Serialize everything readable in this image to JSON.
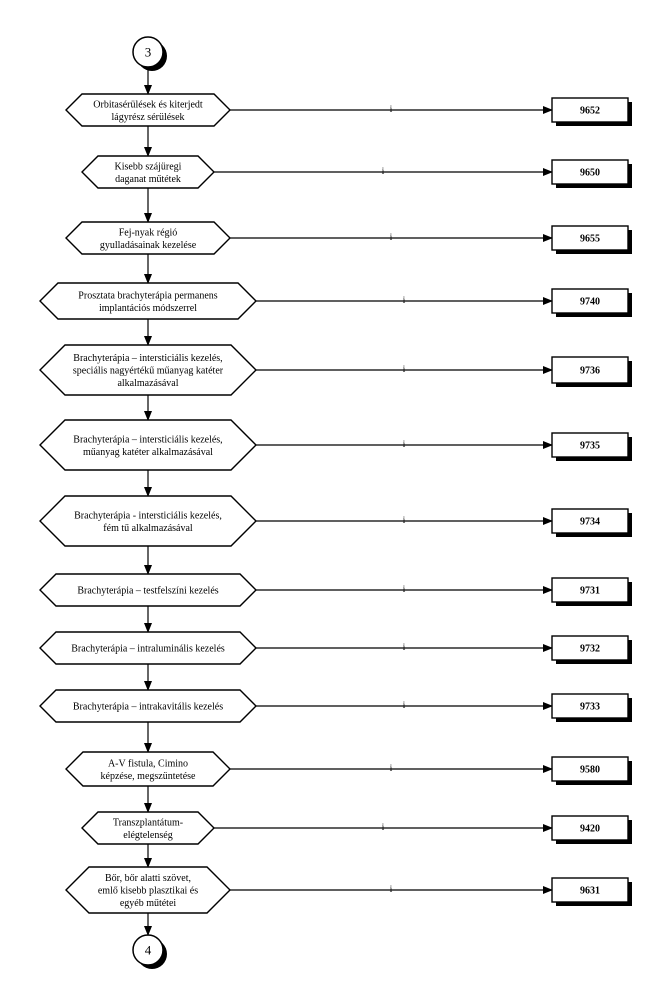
{
  "connector_top": "3",
  "connector_bottom": "4",
  "branch_label": "i",
  "rows": [
    {
      "lines": [
        "Orbitasérülések és kiterjedt",
        "lágyrész sérülések"
      ],
      "code": "9652"
    },
    {
      "lines": [
        "Kisebb szájüregi",
        "daganat műtétek"
      ],
      "code": "9650"
    },
    {
      "lines": [
        "Fej-nyak régió",
        "gyulladásainak kezelése"
      ],
      "code": "9655"
    },
    {
      "lines": [
        "Prosztata brachyterápia permanens",
        "implantációs módszerrel"
      ],
      "code": "9740"
    },
    {
      "lines": [
        "Brachyterápia – intersticiális kezelés,",
        "speciális nagyértékű műanyag katéter",
        "alkalmazásával"
      ],
      "code": "9736"
    },
    {
      "lines": [
        "Brachyterápia – intersticiális kezelés,",
        "műanyag katéter alkalmazásával"
      ],
      "code": "9735"
    },
    {
      "lines": [
        "Brachyterápia - intersticiális kezelés,",
        "fém tű alkalmazásával"
      ],
      "code": "9734"
    },
    {
      "lines": [
        "Brachyterápia – testfelszíni kezelés"
      ],
      "code": "9731"
    },
    {
      "lines": [
        "Brachyterápia – intraluminális kezelés"
      ],
      "code": "9732"
    },
    {
      "lines": [
        "Brachyterápia – intrakavitális kezelés"
      ],
      "code": "9733"
    },
    {
      "lines": [
        "A-V fistula, Cimino",
        "képzése, megszüntetése"
      ],
      "code": "9580"
    },
    {
      "lines": [
        "Transzplantátum-",
        "elégtelenség"
      ],
      "code": "9420"
    },
    {
      "lines": [
        "Bőr, bőr alatti szövet,",
        "emlő kisebb plasztikai és",
        "egyéb műtétei"
      ],
      "code": "9631"
    }
  ]
}
